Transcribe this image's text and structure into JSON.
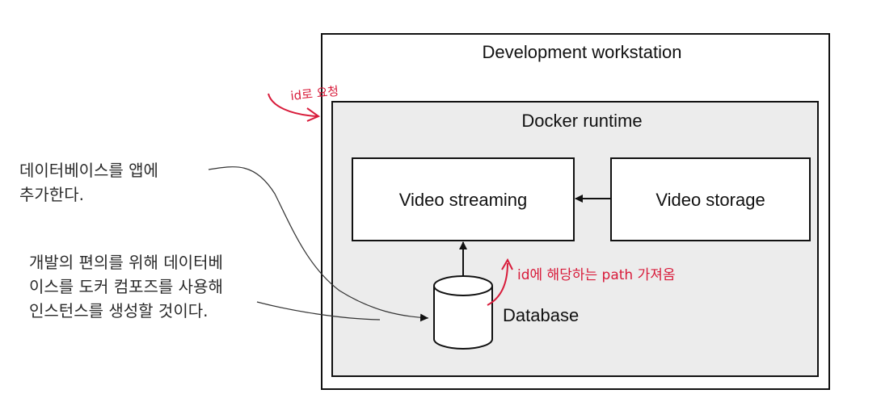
{
  "diagram": {
    "workstation_label": "Development workstation",
    "runtime_label": "Docker runtime",
    "video_streaming_label": "Video streaming",
    "video_storage_label": "Video storage",
    "database_label": "Database"
  },
  "annotations": {
    "callout_top": "데이터베이스를 앱에\n추가한다.",
    "callout_bottom": "개발의 편의를 위해 데이터베\n이스를 도커 컴포즈를 사용해\n인스턴스를 생성할 것이다."
  },
  "handwritten": {
    "id_request": "id로 요청",
    "path_fetch": "id에 해당하는 path 가져옴"
  },
  "colors": {
    "runtime_fill": "#ececec",
    "handwriting": "#d81b3a"
  }
}
